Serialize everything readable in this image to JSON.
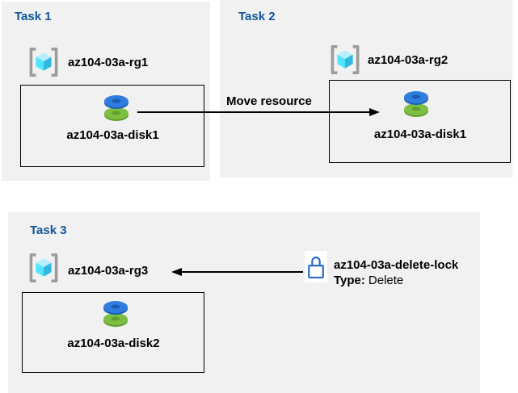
{
  "tasks": [
    {
      "label": "Task 1",
      "resource_group": "az104-03a-rg1",
      "disk": "az104-03a-disk1"
    },
    {
      "label": "Task 2",
      "resource_group": "az104-03a-rg2",
      "disk": "az104-03a-disk1"
    },
    {
      "label": "Task 3",
      "resource_group": "az104-03a-rg3",
      "disk": "az104-03a-disk2"
    }
  ],
  "move_arrow": {
    "label": "Move resource"
  },
  "lock": {
    "name": "az104-03a-delete-lock",
    "type_label": "Type:",
    "type_value": "Delete"
  },
  "icons": {
    "resource_group": "resource-group-icon",
    "disk": "disk-icon",
    "lock": "lock-icon"
  },
  "colors": {
    "panel_bg": "#f1f1f1",
    "heading_blue": "#10569a",
    "text_black": "#000000",
    "bracket_gray": "#9c9c9c",
    "rg_cube_top": "#b9eefc",
    "rg_cube_left": "#50e6ff",
    "rg_cube_right": "#31b8dd",
    "disk_blue_top": "#2e7ddf",
    "disk_blue_side": "#1b62b5",
    "disk_blue_hole": "#1a5cae",
    "disk_green_top": "#7dbf41",
    "disk_green_side": "#5f9c2e",
    "disk_green_hole": "#619f2f",
    "lock_blue": "#2b6bd0",
    "lock_fill": "#ffffff"
  }
}
